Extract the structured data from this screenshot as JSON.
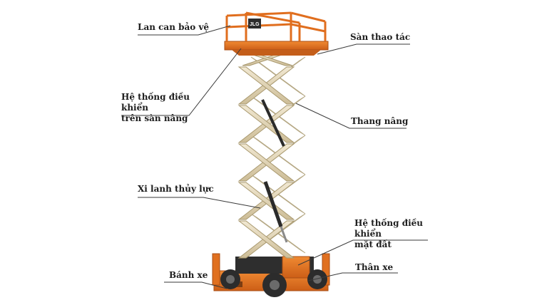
{
  "diagram": {
    "labels": {
      "guardrail": "Lan can bảo vệ",
      "platform": "Sàn thao tác",
      "platform_control": [
        "Hệ thống điều khiển",
        "trên sàn nâng"
      ],
      "scissor": "Thang nâng",
      "cylinder": "Xi lanh thủy lực",
      "ground_control": [
        "Hệ thống điều khiển",
        "mặt đất"
      ],
      "wheel": "Bánh xe",
      "chassis": "Thân xe"
    },
    "brand_mark": "JLG",
    "colors": {
      "orange": "#e5741f",
      "orange_dark": "#b9561a",
      "beige": "#e8dcc0",
      "beige_dark": "#c9b994",
      "tire": "#2c2c2c",
      "leader_line": "#3a3a3a"
    }
  }
}
